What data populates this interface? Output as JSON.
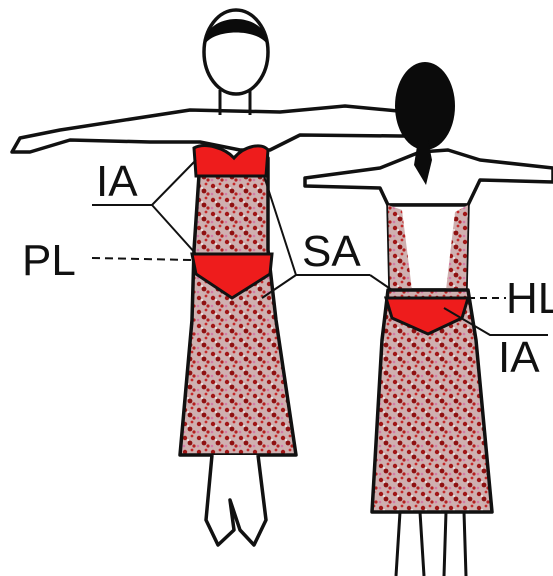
{
  "labels": {
    "front_ia": "IA",
    "front_pl": "PL",
    "front_sa": "SA",
    "back_hl": "HL",
    "back_ia": "IA"
  },
  "colors": {
    "outline": "#111111",
    "hair": "#0b0b0b",
    "garment_red": "#ee1c1c",
    "fabric_base": "#c9a7a7",
    "fabric_dark": "#9c1c1c",
    "fabric_pink": "#d9a0c8",
    "skin": "#ffffff"
  }
}
